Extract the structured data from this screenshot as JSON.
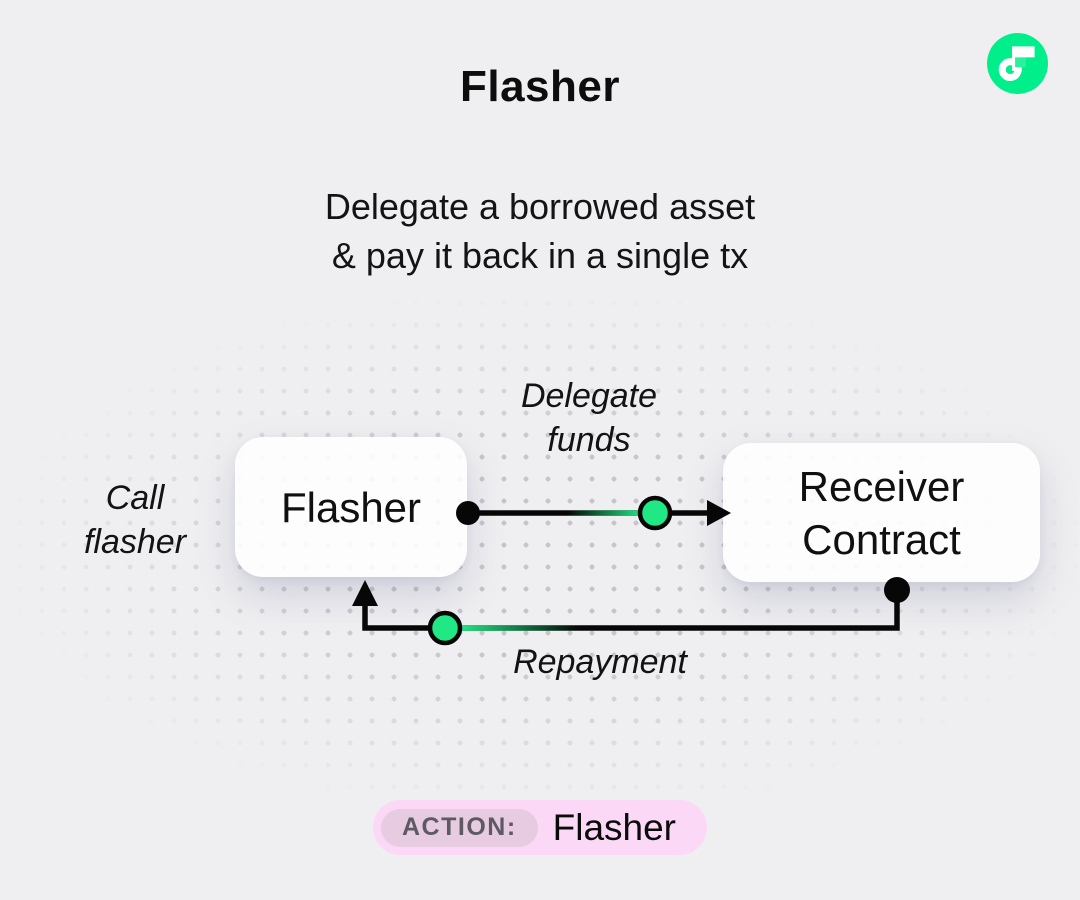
{
  "header": {
    "title": "Flasher",
    "subtitle": "Delegate a borrowed asset\n& pay it back in a single tx"
  },
  "logo": {
    "name": "flow-logo",
    "circle_color": "#00ef8b",
    "notch_color": "#2bf19d",
    "glyph_color": "#ffffff"
  },
  "diagram": {
    "nodes": [
      {
        "id": "flasher",
        "label": "Flasher"
      },
      {
        "id": "receiver",
        "label": "Receiver\nContract"
      }
    ],
    "edges": [
      {
        "id": "delegate",
        "from": "flasher",
        "to": "receiver",
        "label": "Delegate\nfunds"
      },
      {
        "id": "repayment",
        "from": "receiver",
        "to": "flasher",
        "label": "Repayment"
      }
    ],
    "call_label": "Call\nflasher",
    "line_color": "#070707",
    "accent_green": "#1fe885",
    "background": "#efeff1",
    "dot_color": "#c5c5cb"
  },
  "footer": {
    "action_label": "ACTION:",
    "action_value": "Flasher",
    "badge_bg": "#fbd9f6",
    "badge_inner_bg": "#e7cbe1"
  }
}
